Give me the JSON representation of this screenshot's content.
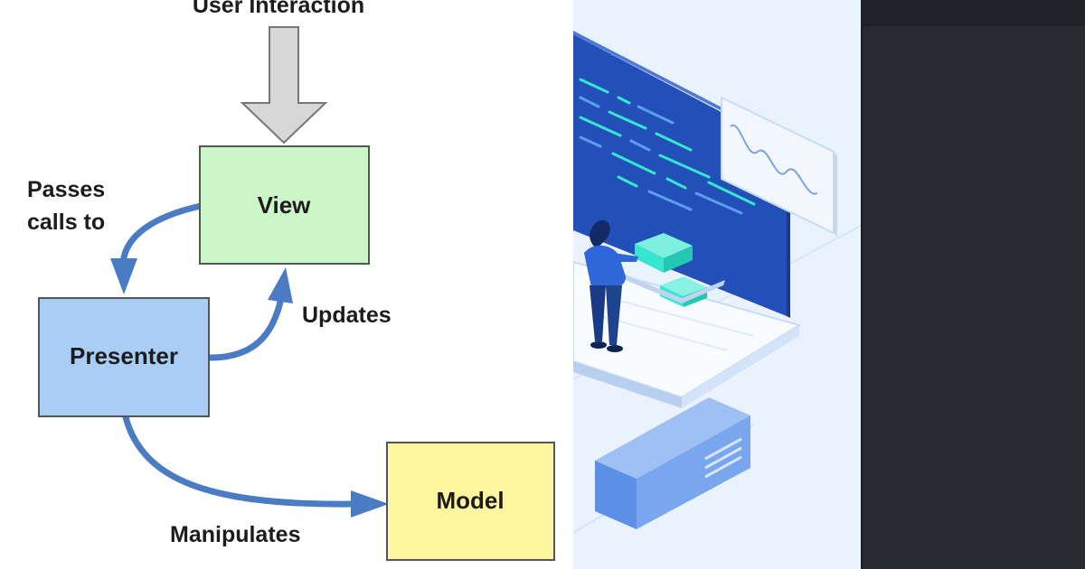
{
  "diagram": {
    "nodes": [
      {
        "id": "view",
        "label": "View"
      },
      {
        "id": "presenter",
        "label": "Presenter"
      },
      {
        "id": "model",
        "label": "Model"
      }
    ],
    "edges": [
      {
        "from": "user",
        "to": "view",
        "label": "User Interaction"
      },
      {
        "from": "view",
        "to": "presenter",
        "label_lines": [
          "Passes",
          "calls to"
        ]
      },
      {
        "from": "presenter",
        "to": "view",
        "label": "Updates"
      },
      {
        "from": "presenter",
        "to": "model",
        "label": "Manipulates"
      }
    ],
    "colors": {
      "view_fill": "#ccf5c8",
      "presenter_fill": "#a9cdf5",
      "model_fill": "#fdf69f",
      "arrow": "#4a7cc4",
      "input_arrow_fill": "#d7d7d7"
    }
  },
  "illustration": {
    "subject": "person interacting with a large isometric laptop showing code and a wave chart",
    "colors": {
      "background": "#eaf3fd",
      "screen": "#1f46ad",
      "accent": "#36e6cf"
    }
  },
  "right_panel": {
    "background": "#272a31"
  }
}
